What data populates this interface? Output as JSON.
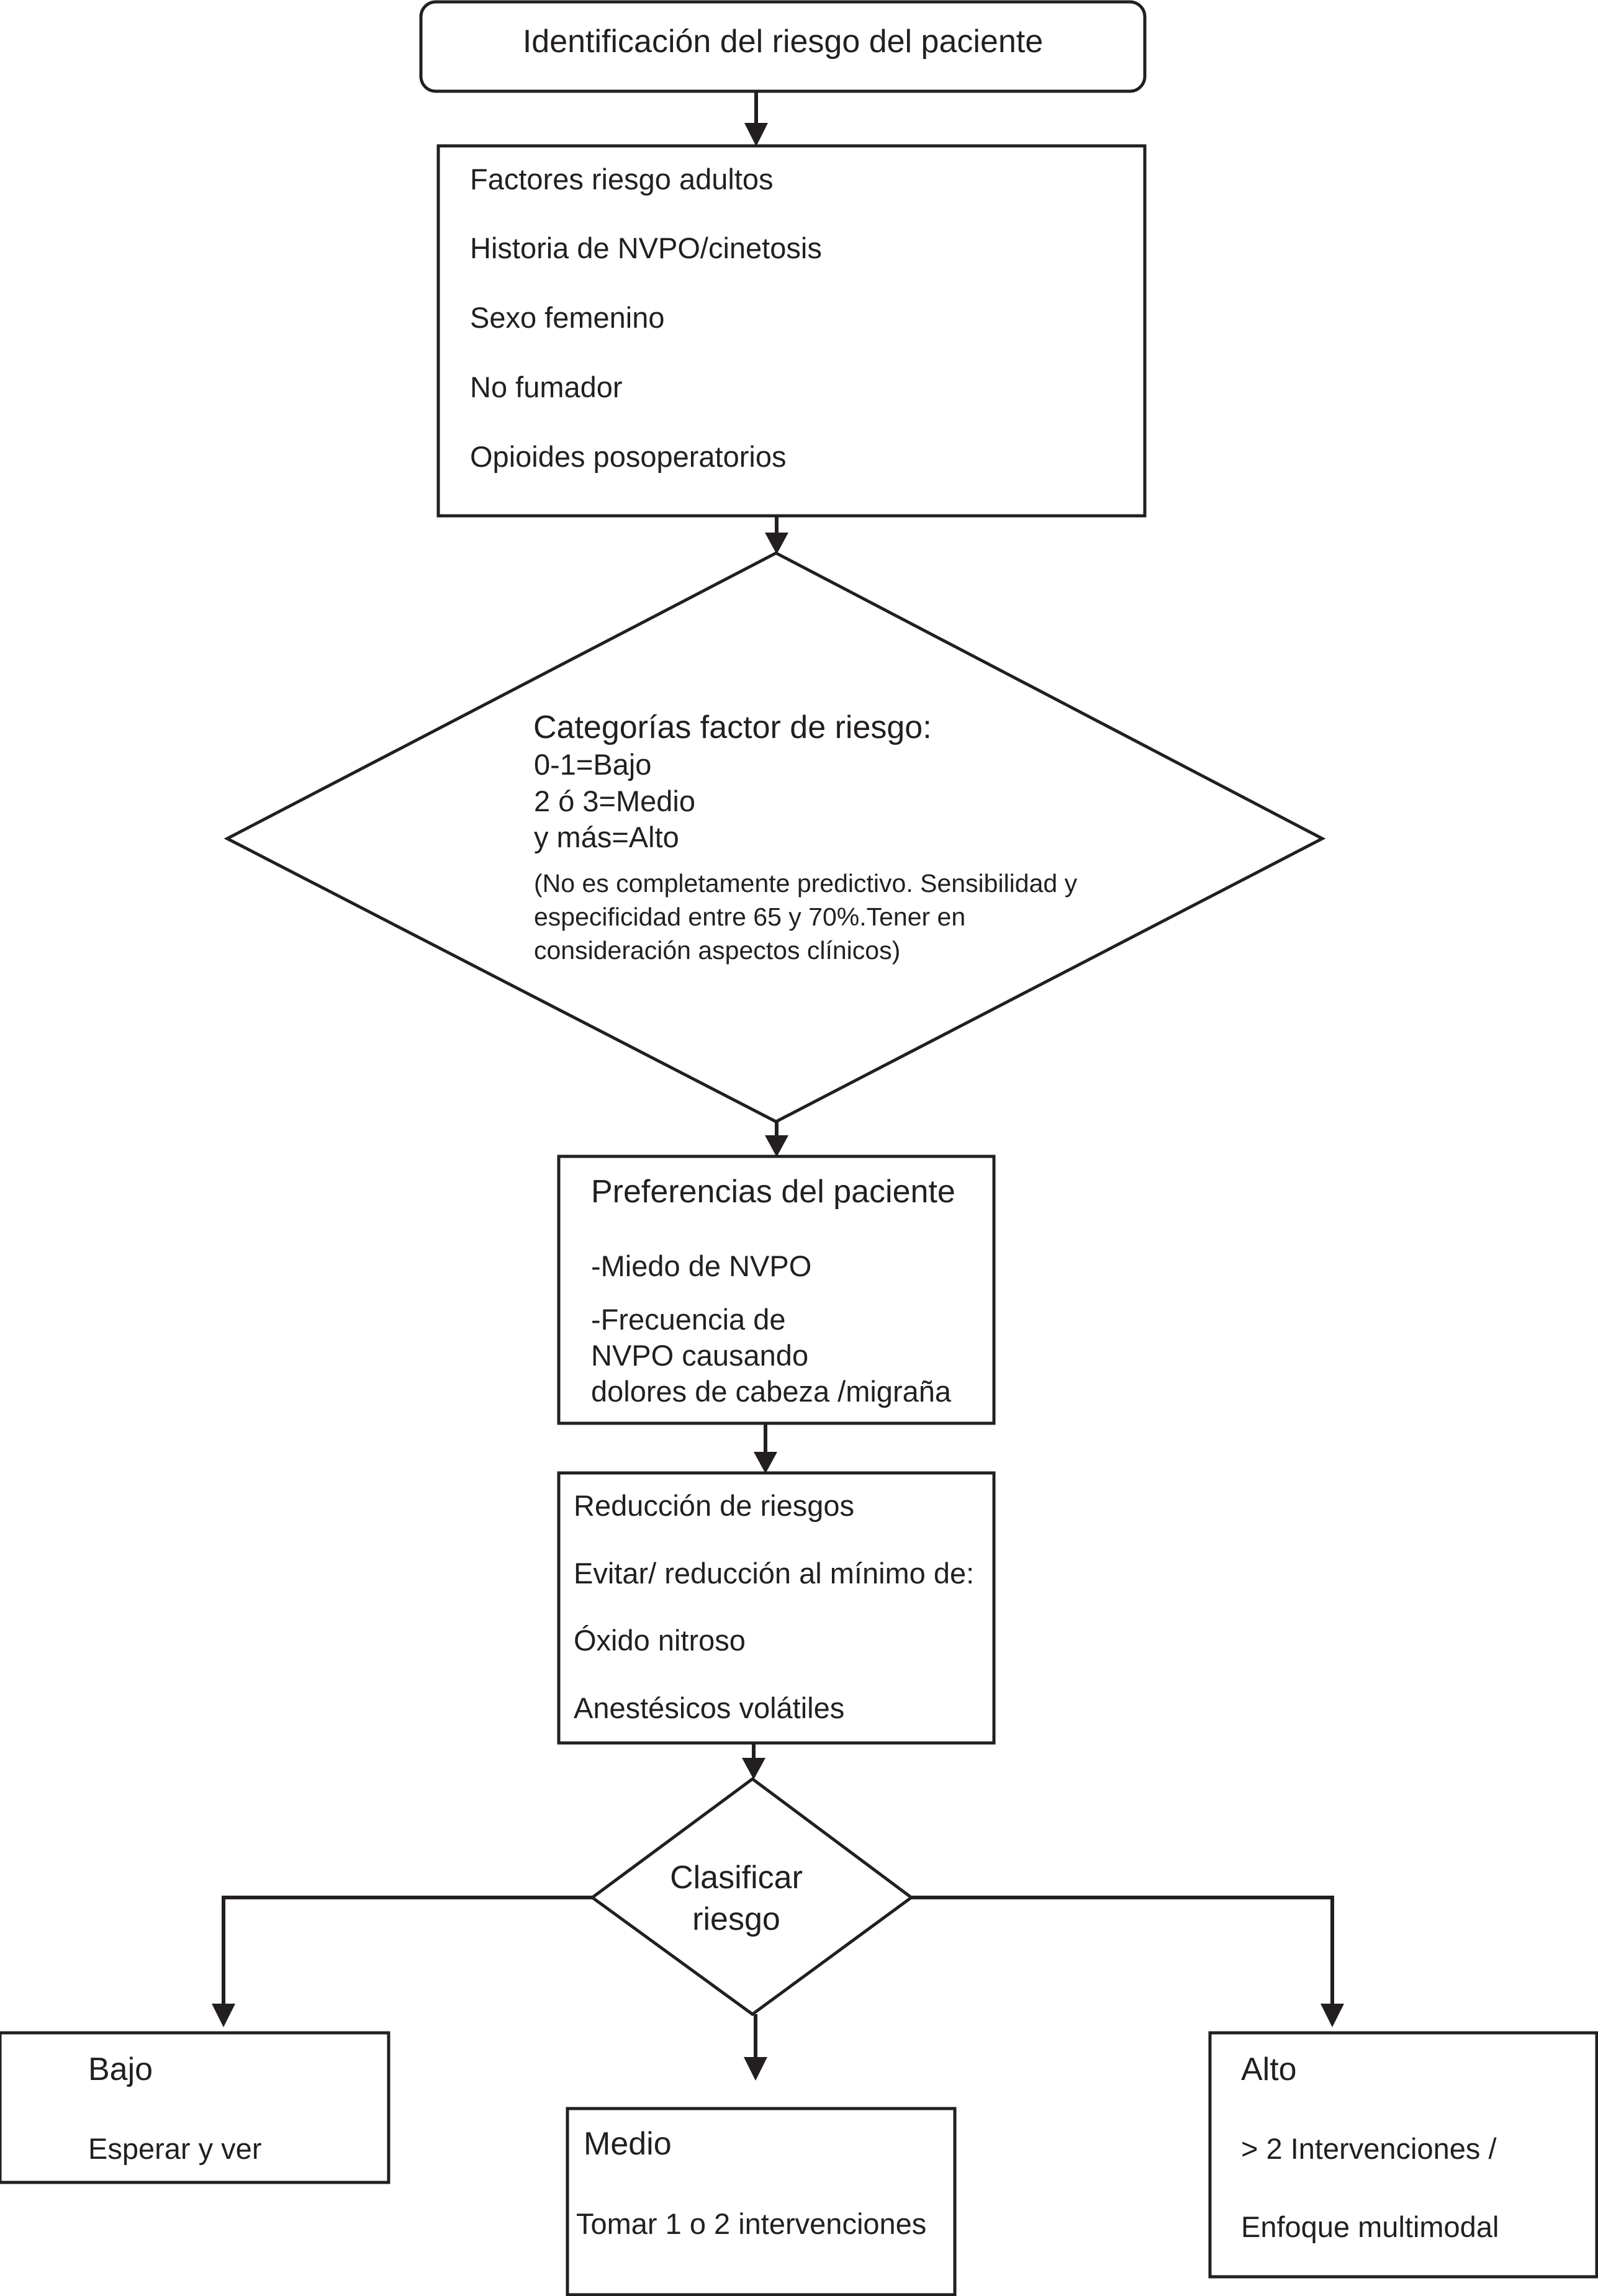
{
  "start": {
    "title": "Identificación del riesgo del paciente"
  },
  "risk_factors": {
    "items": [
      "Factores riesgo adultos",
      "Historia de NVPO/cinetosis",
      "Sexo femenino",
      "No fumador",
      "Opioides posoperatorios"
    ]
  },
  "categories": {
    "title": "Categorías factor de riesgo:",
    "lines": [
      "0-1=Bajo",
      "2 ó 3=Medio",
      "y más=Alto"
    ],
    "note": [
      "(No es completamente predictivo. Sensibilidad y",
      "especificidad entre 65 y 70%.Tener en",
      "consideración aspectos clínicos)"
    ]
  },
  "preferences": {
    "title": "Preferencias del paciente",
    "item1": "-Miedo  de NVPO",
    "item2": [
      "-Frecuencia de",
      "NVPO causando",
      "dolores de cabeza /migraña"
    ]
  },
  "reduction": {
    "items": [
      "Reducción de riesgos",
      "Evitar/ reducción al mínimo de:",
      "Óxido nitroso",
      "Anestésicos volátiles"
    ]
  },
  "classify": {
    "lines": [
      "Clasificar",
      "riesgo"
    ]
  },
  "outcomes": {
    "low": {
      "title": "Bajo",
      "text": "Esperar y ver"
    },
    "medium": {
      "title": "Medio",
      "text": "Tomar 1 o 2 intervenciones"
    },
    "high": {
      "title": "Alto",
      "text": [
        "> 2 Intervenciones /",
        "Enfoque multimodal"
      ]
    }
  },
  "colors": {
    "stroke": "#231f20",
    "text": "#231f20",
    "background": "#ffffff"
  }
}
